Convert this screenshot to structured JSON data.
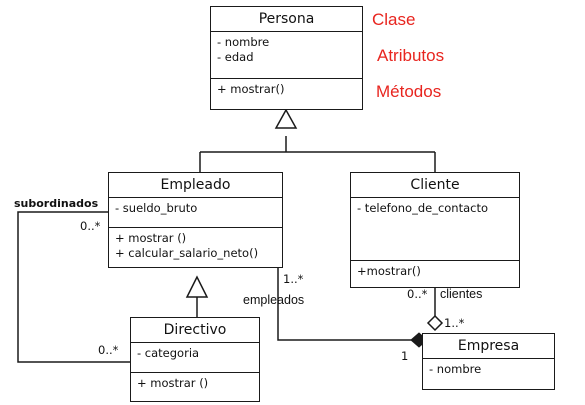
{
  "colors": {
    "annotation": "#e8251f",
    "line": "#1a1a1a"
  },
  "classes": {
    "persona": {
      "name": "Persona",
      "attributes": [
        "- nombre",
        "- edad"
      ],
      "methods": [
        "+ mostrar()"
      ]
    },
    "empleado": {
      "name": "Empleado",
      "attributes": [
        "- sueldo_bruto"
      ],
      "methods": [
        "+ mostrar ()",
        "+ calcular_salario_neto()"
      ]
    },
    "cliente": {
      "name": "Cliente",
      "attributes": [
        "- telefono_de_contacto"
      ],
      "methods": [
        "+mostrar()"
      ]
    },
    "directivo": {
      "name": "Directivo",
      "attributes": [
        "- categoria"
      ],
      "methods": [
        "+ mostrar ()"
      ]
    },
    "empresa": {
      "name": "Empresa",
      "attributes": [
        "- nombre"
      ]
    }
  },
  "annotations": {
    "clase": "Clase",
    "atributos": "Atributos",
    "metodos": "Métodos"
  },
  "labels": {
    "subordinados": "subordinados",
    "subordinados_mult_top": "0..*",
    "subordinados_mult_bottom": "0..*",
    "empleados_mult": "1..*",
    "empleados": "empleados",
    "clientes_mult_left": "0..*",
    "clientes": "clientes",
    "clientes_mult_right": "1..*",
    "empresa_mult": "1"
  }
}
